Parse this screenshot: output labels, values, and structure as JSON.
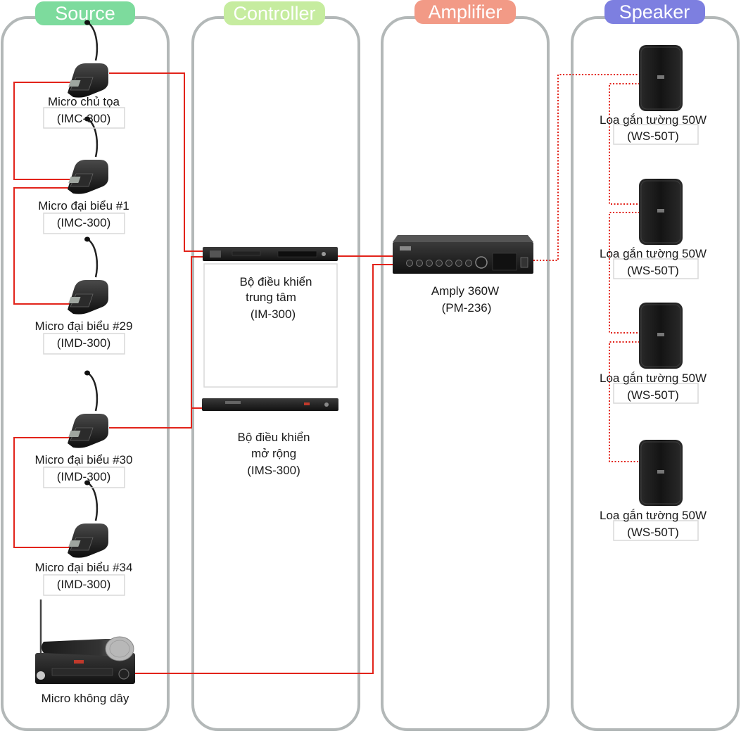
{
  "columns": [
    {
      "id": "source",
      "title": "Source",
      "color": "#7ddb9d"
    },
    {
      "id": "controller",
      "title": "Controller",
      "color": "#c6ec9f"
    },
    {
      "id": "amplifier",
      "title": "Amplifier",
      "color": "#f29a86"
    },
    {
      "id": "speaker",
      "title": "Speaker",
      "color": "#7d7fe0"
    }
  ],
  "source": {
    "chairman": {
      "name": "Micro chủ tọa",
      "model": "(IMC-300)"
    },
    "delegate1": {
      "name": "Micro đại biểu #1",
      "model": "(IMC-300)"
    },
    "delegate29": {
      "name": "Micro đại biểu #29",
      "model": "(IMD-300)"
    },
    "delegate30": {
      "name": "Micro đại biểu #30",
      "model": "(IMD-300)"
    },
    "delegate34": {
      "name": "Micro đại biểu #34",
      "model": "(IMD-300)"
    },
    "wireless": {
      "name": "Micro không dây"
    }
  },
  "controller": {
    "central": {
      "line1": "Bộ điều khiển",
      "line2": "trung tâm",
      "model": "(IM-300)"
    },
    "extension": {
      "line1": "Bộ điều khiển",
      "line2": "mở rộng",
      "model": "(IMS-300)"
    }
  },
  "amplifier": {
    "name": "Amply 360W",
    "model": "(PM-236)"
  },
  "speakers": [
    {
      "name": "Loa gắn tường 50W",
      "model": "(WS-50T)"
    },
    {
      "name": "Loa gắn tường 50W",
      "model": "(WS-50T)"
    },
    {
      "name": "Loa gắn tường 50W",
      "model": "(WS-50T)"
    },
    {
      "name": "Loa gắn tường 50W",
      "model": "(WS-50T)"
    }
  ]
}
